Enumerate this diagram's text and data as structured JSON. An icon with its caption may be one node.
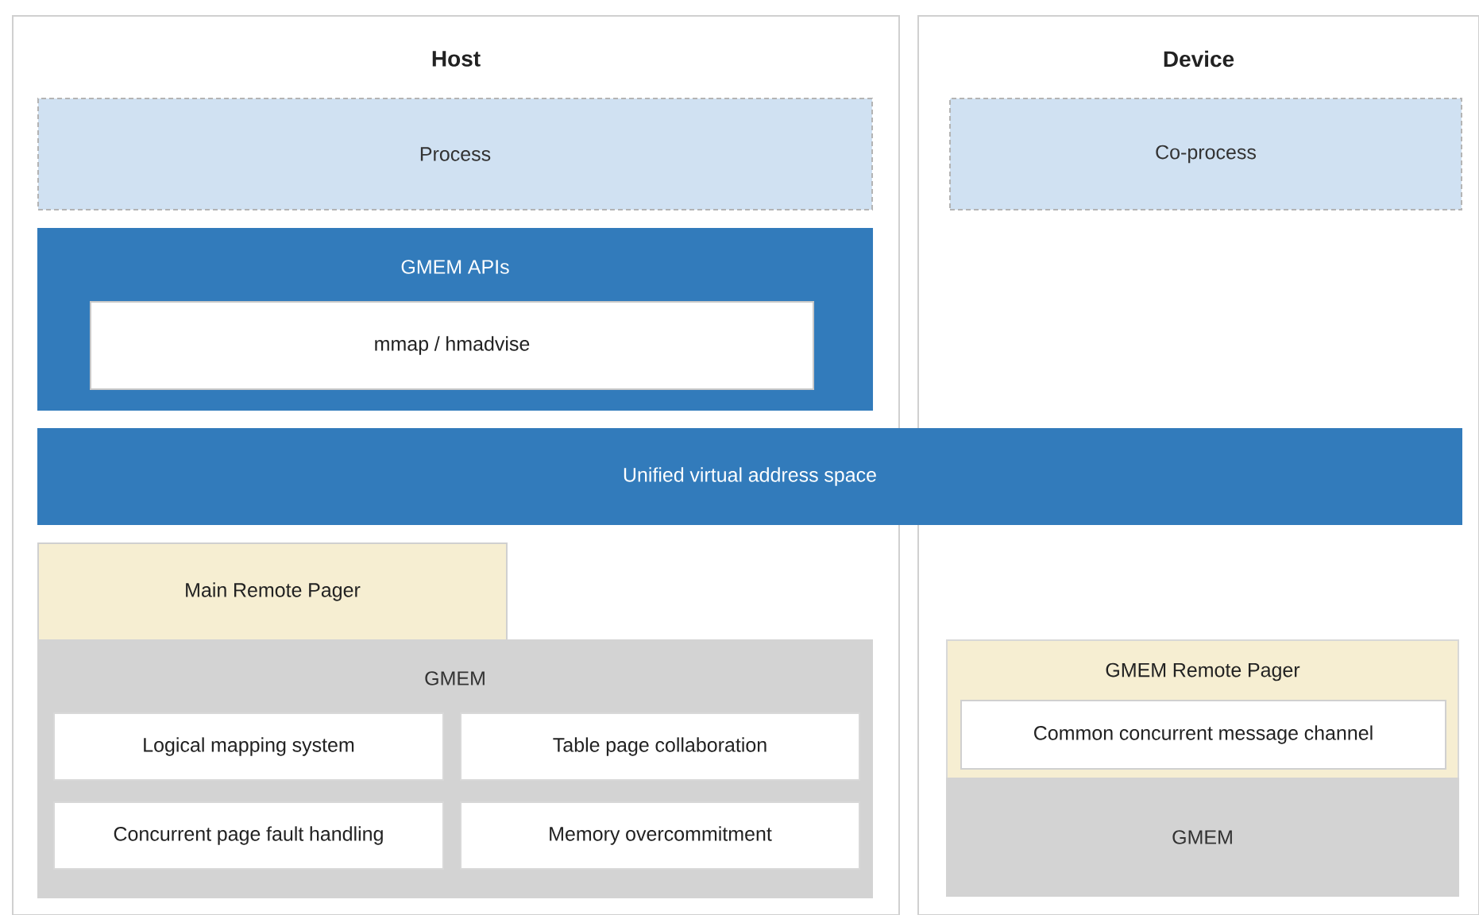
{
  "diagram": {
    "nodes": [
      {
        "text": [
          "Host"
        ]
      },
      {
        "text": [
          "Device"
        ]
      },
      {
        "text": [
          "Process"
        ],
        "in": 0
      },
      {
        "text": [
          "Co-process"
        ],
        "in": 1
      },
      {
        "text": [
          "GMEM APIs"
        ],
        "in": 0
      },
      {
        "text": [
          "mmap / hmadvise"
        ],
        "in": 4
      },
      {
        "text": [
          "Unified virtual address space"
        ]
      },
      {
        "text": [
          "Main Remote Pager"
        ],
        "in": 0
      },
      {
        "text": [
          "GMEM"
        ],
        "in": 0
      },
      {
        "text": [
          "Logical mapping system"
        ],
        "in": 8
      },
      {
        "text": [
          "Table page collaboration"
        ],
        "in": 8
      },
      {
        "text": [
          "Concurrent page fault handling"
        ],
        "in": 8
      },
      {
        "text": [
          "Memory overcommitment"
        ],
        "in": 8
      },
      {
        "text": [
          "GMEM Remote Pager"
        ],
        "in": 1
      },
      {
        "text": [
          "Common concurrent message channel"
        ],
        "in": 13
      },
      {
        "text": [
          "GMEM"
        ],
        "in": 1
      }
    ]
  }
}
